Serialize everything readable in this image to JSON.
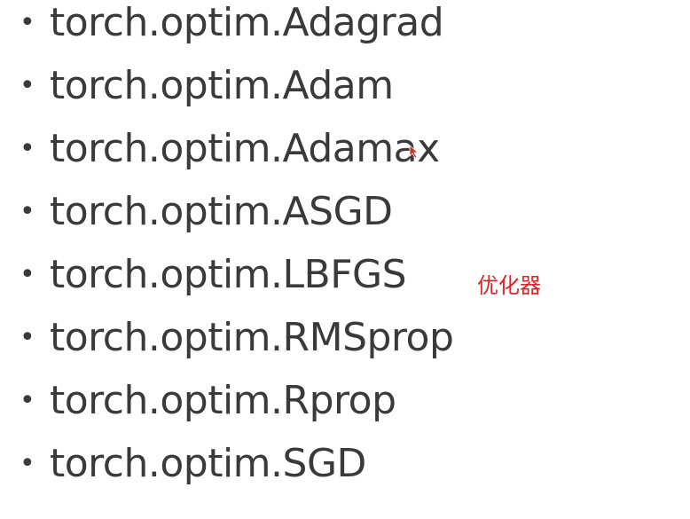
{
  "bullet_list": {
    "items": [
      {
        "label": "torch.optim.Adagrad"
      },
      {
        "label": "torch.optim.Adam"
      },
      {
        "label": "torch.optim.Adamax"
      },
      {
        "label": "torch.optim.ASGD"
      },
      {
        "label": "torch.optim.LBFGS"
      },
      {
        "label": "torch.optim.RMSprop"
      },
      {
        "label": "torch.optim.Rprop"
      },
      {
        "label": "torch.optim.SGD"
      }
    ]
  },
  "annotation": {
    "text": "优化器",
    "color": "#d9262a"
  },
  "cursor": {
    "icon": "pointer-cursor-icon",
    "color": "#c8302c"
  }
}
